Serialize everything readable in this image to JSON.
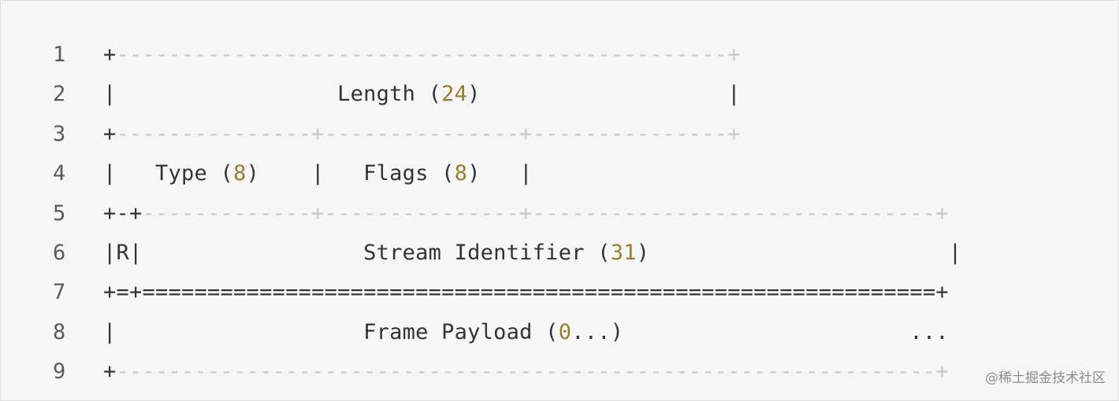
{
  "watermark": "@稀土掘金技术社区",
  "colors": {
    "background": "#f6f6f6",
    "text": "#333333",
    "dashes": "#c8c8c8",
    "numbers": "#9a7d2b",
    "line_numbers": "#5a5a5a"
  },
  "lines": [
    {
      "number": "1",
      "segments": [
        {
          "text": "+",
          "cls": "txt"
        },
        {
          "text": "-----------------------------------------------+",
          "cls": "dim"
        }
      ]
    },
    {
      "number": "2",
      "segments": [
        {
          "text": "|                 Length (",
          "cls": "txt"
        },
        {
          "text": "24",
          "cls": "num"
        },
        {
          "text": ")                   |",
          "cls": "txt"
        }
      ]
    },
    {
      "number": "3",
      "segments": [
        {
          "text": "+",
          "cls": "txt"
        },
        {
          "text": "---------------+---------------+---------------+",
          "cls": "dim"
        }
      ]
    },
    {
      "number": "4",
      "segments": [
        {
          "text": "|   Type (",
          "cls": "txt"
        },
        {
          "text": "8",
          "cls": "num"
        },
        {
          "text": ")    |   Flags (",
          "cls": "txt"
        },
        {
          "text": "8",
          "cls": "num"
        },
        {
          "text": ")   |",
          "cls": "txt"
        }
      ]
    },
    {
      "number": "5",
      "segments": [
        {
          "text": "+-+",
          "cls": "txt"
        },
        {
          "text": "-------------+---------------+-------------------------------+",
          "cls": "dim"
        }
      ]
    },
    {
      "number": "6",
      "segments": [
        {
          "text": "|R|                 Stream Identifier (",
          "cls": "txt"
        },
        {
          "text": "31",
          "cls": "num"
        },
        {
          "text": ")                       |",
          "cls": "txt"
        }
      ]
    },
    {
      "number": "7",
      "segments": [
        {
          "text": "+=+=============================================================+",
          "cls": "txt"
        }
      ]
    },
    {
      "number": "8",
      "segments": [
        {
          "text": "|                   Frame Payload (",
          "cls": "txt"
        },
        {
          "text": "0",
          "cls": "num"
        },
        {
          "text": "...)                      ...",
          "cls": "txt"
        }
      ]
    },
    {
      "number": "9",
      "segments": [
        {
          "text": "+",
          "cls": "txt"
        },
        {
          "text": "---------------------------------------------------------------+",
          "cls": "dim"
        }
      ]
    }
  ]
}
